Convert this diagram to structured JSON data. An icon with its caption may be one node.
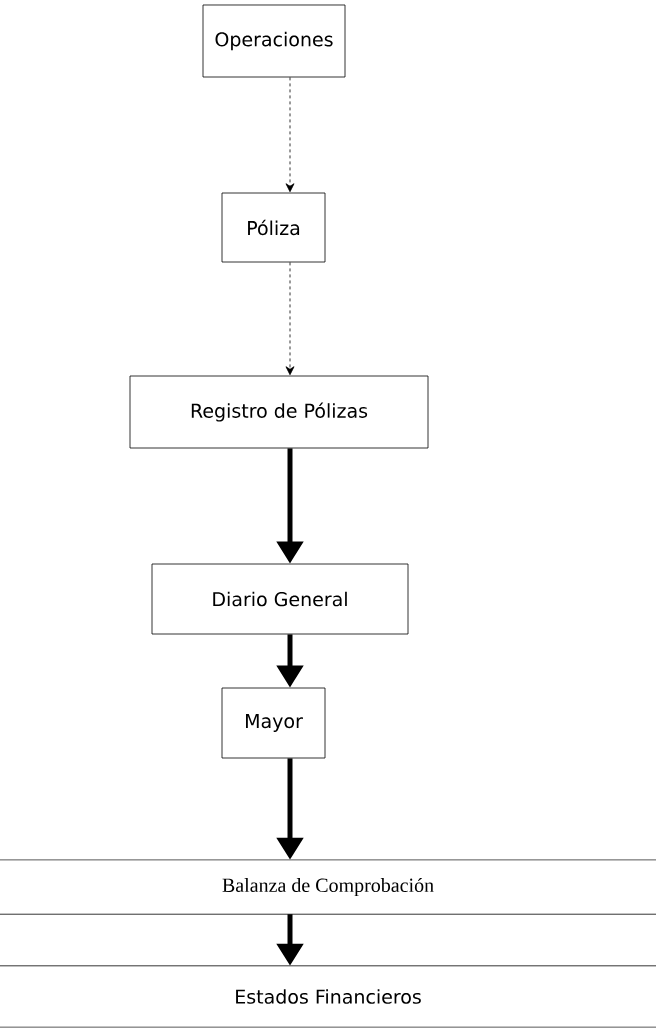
{
  "diagram": {
    "nodes": [
      {
        "text": [
          "Operaciones"
        ]
      },
      {
        "text": [
          "Póliza"
        ]
      },
      {
        "text": [
          "Registro de Pólizas"
        ]
      },
      {
        "text": [
          "Diario General"
        ]
      },
      {
        "text": [
          "Mayor"
        ]
      },
      {
        "text": [
          "Balanza de Comprobación"
        ]
      },
      {
        "text": [
          "Estados Financieros"
        ]
      }
    ],
    "edges": [
      {
        "from": 0,
        "to": 1,
        "arrow": "to",
        "style": "dashed"
      },
      {
        "from": 1,
        "to": 2,
        "arrow": "to",
        "style": "dashed"
      },
      {
        "from": 2,
        "to": 3,
        "arrow": "to"
      },
      {
        "from": 3,
        "to": 4,
        "arrow": "to"
      },
      {
        "from": 4,
        "to": 5,
        "arrow": "to"
      },
      {
        "from": 5,
        "to": 6,
        "arrow": "to"
      }
    ]
  }
}
